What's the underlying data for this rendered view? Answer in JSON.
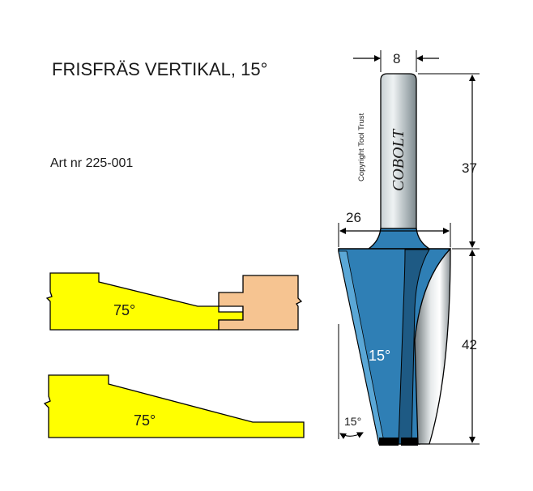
{
  "title": "FRISFRÄS VERTIKAL, 15°",
  "article_number": "Art nr 225-001",
  "brand": "COBOLT",
  "copyright": "Copyright Tool Trust",
  "dimensions": {
    "shank_diameter": "8",
    "cutter_diameter": "26",
    "shank_length": "37",
    "cutting_length": "42"
  },
  "cutter_angle_label": "15°",
  "bevel_angle_label": "15°",
  "profile_top_angle": "75°",
  "profile_bottom_angle": "75°",
  "colors": {
    "cutter_blue": "#2f7fb5",
    "cutter_dark": "#1c4f73",
    "shank_gray": "#9aa5aa",
    "profile_yellow": "#ffff00",
    "workpiece_orange": "#f6c491",
    "outline": "#000000"
  }
}
